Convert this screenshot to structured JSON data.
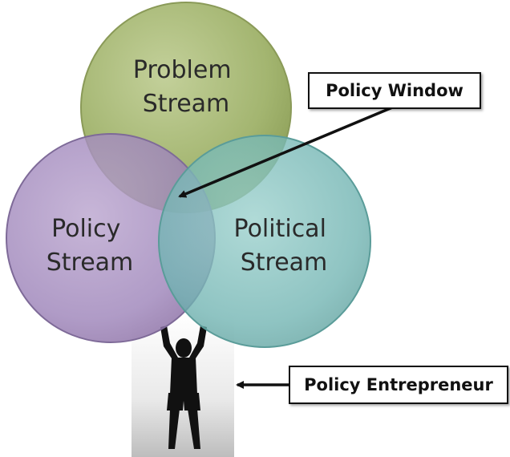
{
  "diagram": {
    "streams": [
      {
        "id": "problem",
        "line1": "Problem",
        "line2": "Stream",
        "color": "#9fb46b"
      },
      {
        "id": "policy",
        "line1": "Policy",
        "line2": "Stream",
        "color": "#9a7fb6"
      },
      {
        "id": "political",
        "line1": "Political",
        "line2": "Stream",
        "color": "#69b2b0"
      }
    ],
    "callouts": {
      "policy_window": "Policy Window",
      "policy_entrepreneur": "Policy Entrepreneur"
    },
    "figure_icon": "person-arms-raised-icon"
  }
}
